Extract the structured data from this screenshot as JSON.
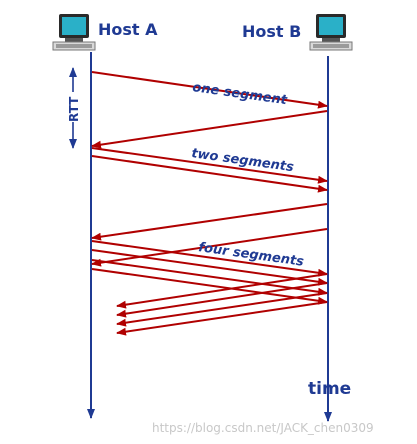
{
  "hosts": {
    "a": "Host A",
    "b": "Host B"
  },
  "rtt_label": "RTT",
  "segment_labels": [
    "one segment",
    "two segments",
    "four segments"
  ],
  "time_label": "time",
  "watermark": "https://blog.csdn.net/JACK_chen0309",
  "colors": {
    "arrow": "#b00000",
    "line": "#1f3a93",
    "text": "#1f3a93",
    "computer-screen": "#2ab0c8"
  },
  "icons": [
    "computer-icon",
    "computer-icon"
  ]
}
